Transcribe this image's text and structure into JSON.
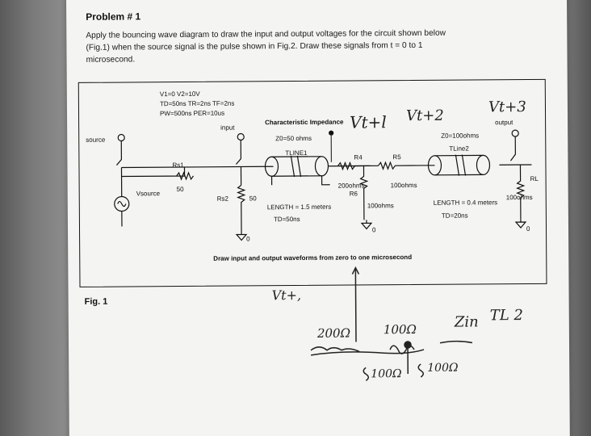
{
  "problem": {
    "title": "Problem # 1",
    "line1": "Apply the bouncing wave diagram to draw the input and output voltages for the circuit shown below",
    "line2": "(Fig.1) when the source signal is the pulse shown in Fig.2. Draw these signals from t = 0 to 1",
    "line3": "microsecond."
  },
  "circuit": {
    "params1": "V1=0 V2=10V",
    "params2": "TD=50ns TR=2ns TF=2ns",
    "params3": "PW=500ns PER=10us",
    "source": "source",
    "input": "input",
    "output": "output",
    "characteristic": "Characteristic Impedance",
    "z0_1": "Z0=50 ohms",
    "tline1": "TLINE1",
    "z0_2": "Z0=100ohms",
    "tline2": "TLine2",
    "rs1": "Rs1",
    "rs1_val": "50",
    "vsource": "Vsource",
    "rs2": "Rs2",
    "rs2_val": "50",
    "r4": "R4",
    "r4_val": "200ohms",
    "r5": "R5",
    "r5_val": "100ohms",
    "r6": "R6",
    "r6_val": "100ohms",
    "rl": "RL",
    "rl_val": "100ohms",
    "length1": "LENGTH = 1.5 meters",
    "td1": "TD=50ns",
    "length2": "LENGTH = 0.4 meters",
    "td2": "TD=20ns",
    "zero": "0",
    "instruction": "Draw input and output waveforms from zero to one microsecond"
  },
  "figure_label": "Fig. 1",
  "handwriting": {
    "vt1": "Vt+l",
    "vt2": "Vt+2",
    "vt3": "Vt+3",
    "vt_lower": "Vt+,",
    "r200": "200Ω",
    "r100top": "100Ω",
    "zin": "Zin",
    "tl2": "TL 2",
    "r100a": "100Ω",
    "r100b": "100Ω"
  }
}
